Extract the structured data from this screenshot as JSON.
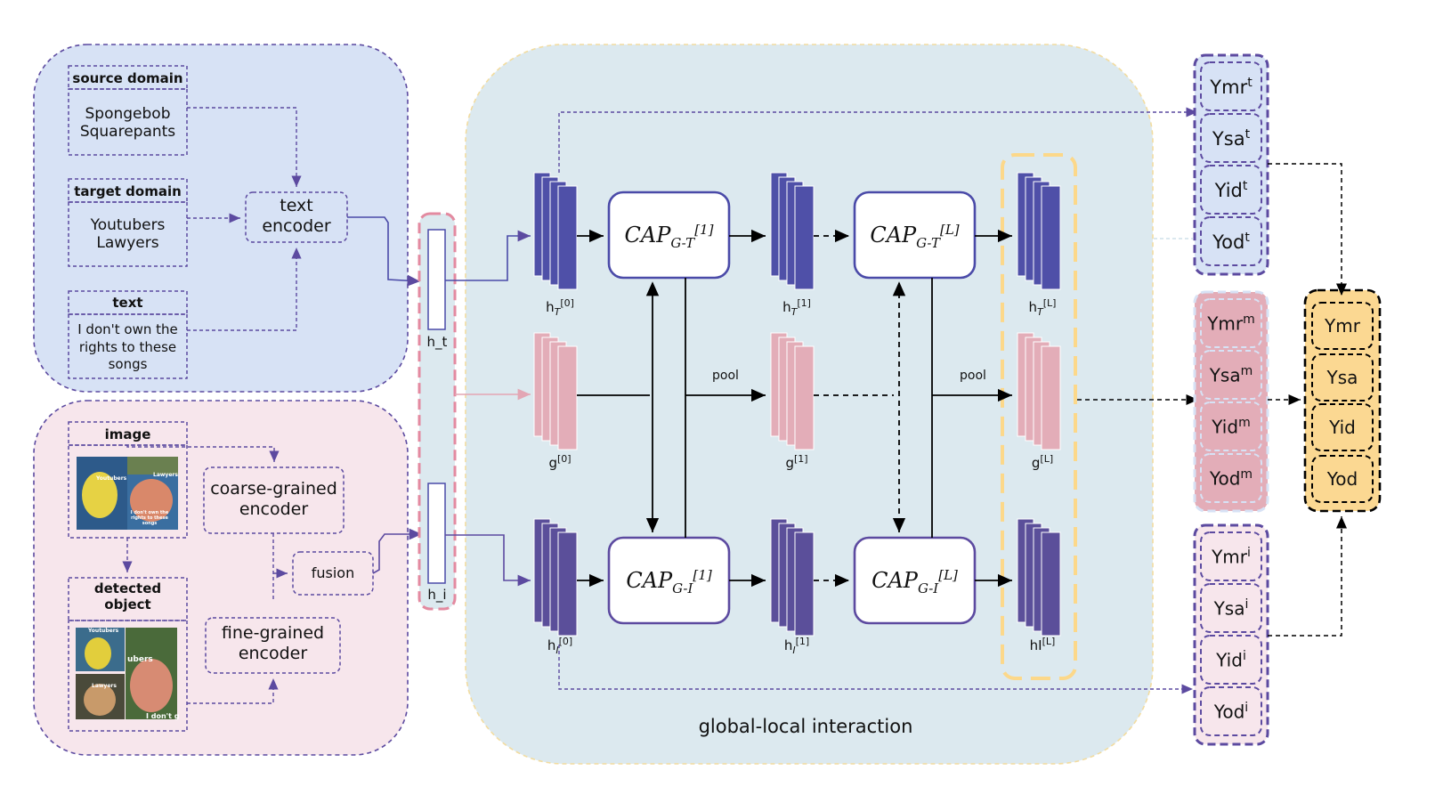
{
  "input_text": {
    "source_domain_header": "source domain",
    "source_domain_value": [
      "Spongebob",
      "Squarepants"
    ],
    "target_domain_header": "target domain",
    "target_domain_value": [
      "Youtubers",
      "Lawyers"
    ],
    "text_header": "text",
    "text_value": [
      "I don't  own the",
      "rights to these",
      "songs"
    ],
    "text_encoder": [
      "text",
      "encoder"
    ]
  },
  "input_image": {
    "image_header": "image",
    "detected_object_header": [
      "detected",
      "object"
    ],
    "coarse_encoder": [
      "coarse-grained",
      "encoder"
    ],
    "fine_encoder": [
      "fine-grained",
      "encoder"
    ],
    "fusion": "fusion",
    "meme_text_youtubers": "Youtubers",
    "meme_text_lawyers": "Lawyers",
    "meme_text_rights": "I don't own the rights to these songs",
    "meme_text_dont": "I don't g",
    "meme_text_ubers": "ubers"
  },
  "bridge": {
    "h_t": "h_t",
    "h_i": "h_i"
  },
  "center": {
    "title": "global-local interaction",
    "cap_gt_1": {
      "base": "CAP",
      "sub": "G-T",
      "sup": "[1]"
    },
    "cap_gt_l": {
      "base": "CAP",
      "sub": "G-T",
      "sup": "[L]"
    },
    "cap_gi_1": {
      "base": "CAP",
      "sub": "G-I",
      "sup": "[1]"
    },
    "cap_gi_l": {
      "base": "CAP",
      "sub": "G-I",
      "sup": "[L]"
    },
    "pool": "pool",
    "ht0": {
      "base": "h",
      "sub": "T",
      "sup": "[0]"
    },
    "ht1": {
      "base": "h",
      "sub": "T",
      "sup": "[1]"
    },
    "htl": {
      "base": "h",
      "sub": "T",
      "sup": "[L]"
    },
    "g0": {
      "base": "g",
      "sup": "[0]"
    },
    "g1": {
      "base": "g",
      "sup": "[1]"
    },
    "gl": {
      "base": "g",
      "sup": "[L]"
    },
    "hi0": {
      "base": "h",
      "sub": "I",
      "sup": "[0]"
    },
    "hi1": {
      "base": "h",
      "sub": "I",
      "sup": "[1]"
    },
    "hil": {
      "base": "hI",
      "sup": "[L]"
    }
  },
  "outputs": {
    "text_branch": [
      {
        "base": "Ymr",
        "sup": "t"
      },
      {
        "base": "Ysa",
        "sup": "t"
      },
      {
        "base": "Yid",
        "sup": "t"
      },
      {
        "base": "Yod",
        "sup": "t"
      }
    ],
    "multi_branch": [
      {
        "base": "Ymr",
        "sup": "m"
      },
      {
        "base": "Ysa",
        "sup": "m"
      },
      {
        "base": "Yid",
        "sup": "m"
      },
      {
        "base": "Yod",
        "sup": "m"
      }
    ],
    "image_branch": [
      {
        "base": "Ymr",
        "sup": "i"
      },
      {
        "base": "Ysa",
        "sup": "i"
      },
      {
        "base": "Yid",
        "sup": "i"
      },
      {
        "base": "Yod",
        "sup": "i"
      }
    ],
    "final": [
      "Ymr",
      "Ysa",
      "Yid",
      "Yod"
    ]
  },
  "colors": {
    "text_panel_bg": "#d7e2f5",
    "image_panel_bg": "#f7e6ec",
    "center_bg": "#dce9ef",
    "blue_stack": "#4f50a8",
    "pink_stack": "#e3adb8",
    "purple_stack": "#5b4f9a",
    "dash_purple": "#5c4aa0",
    "final_bg": "#fbd892"
  }
}
